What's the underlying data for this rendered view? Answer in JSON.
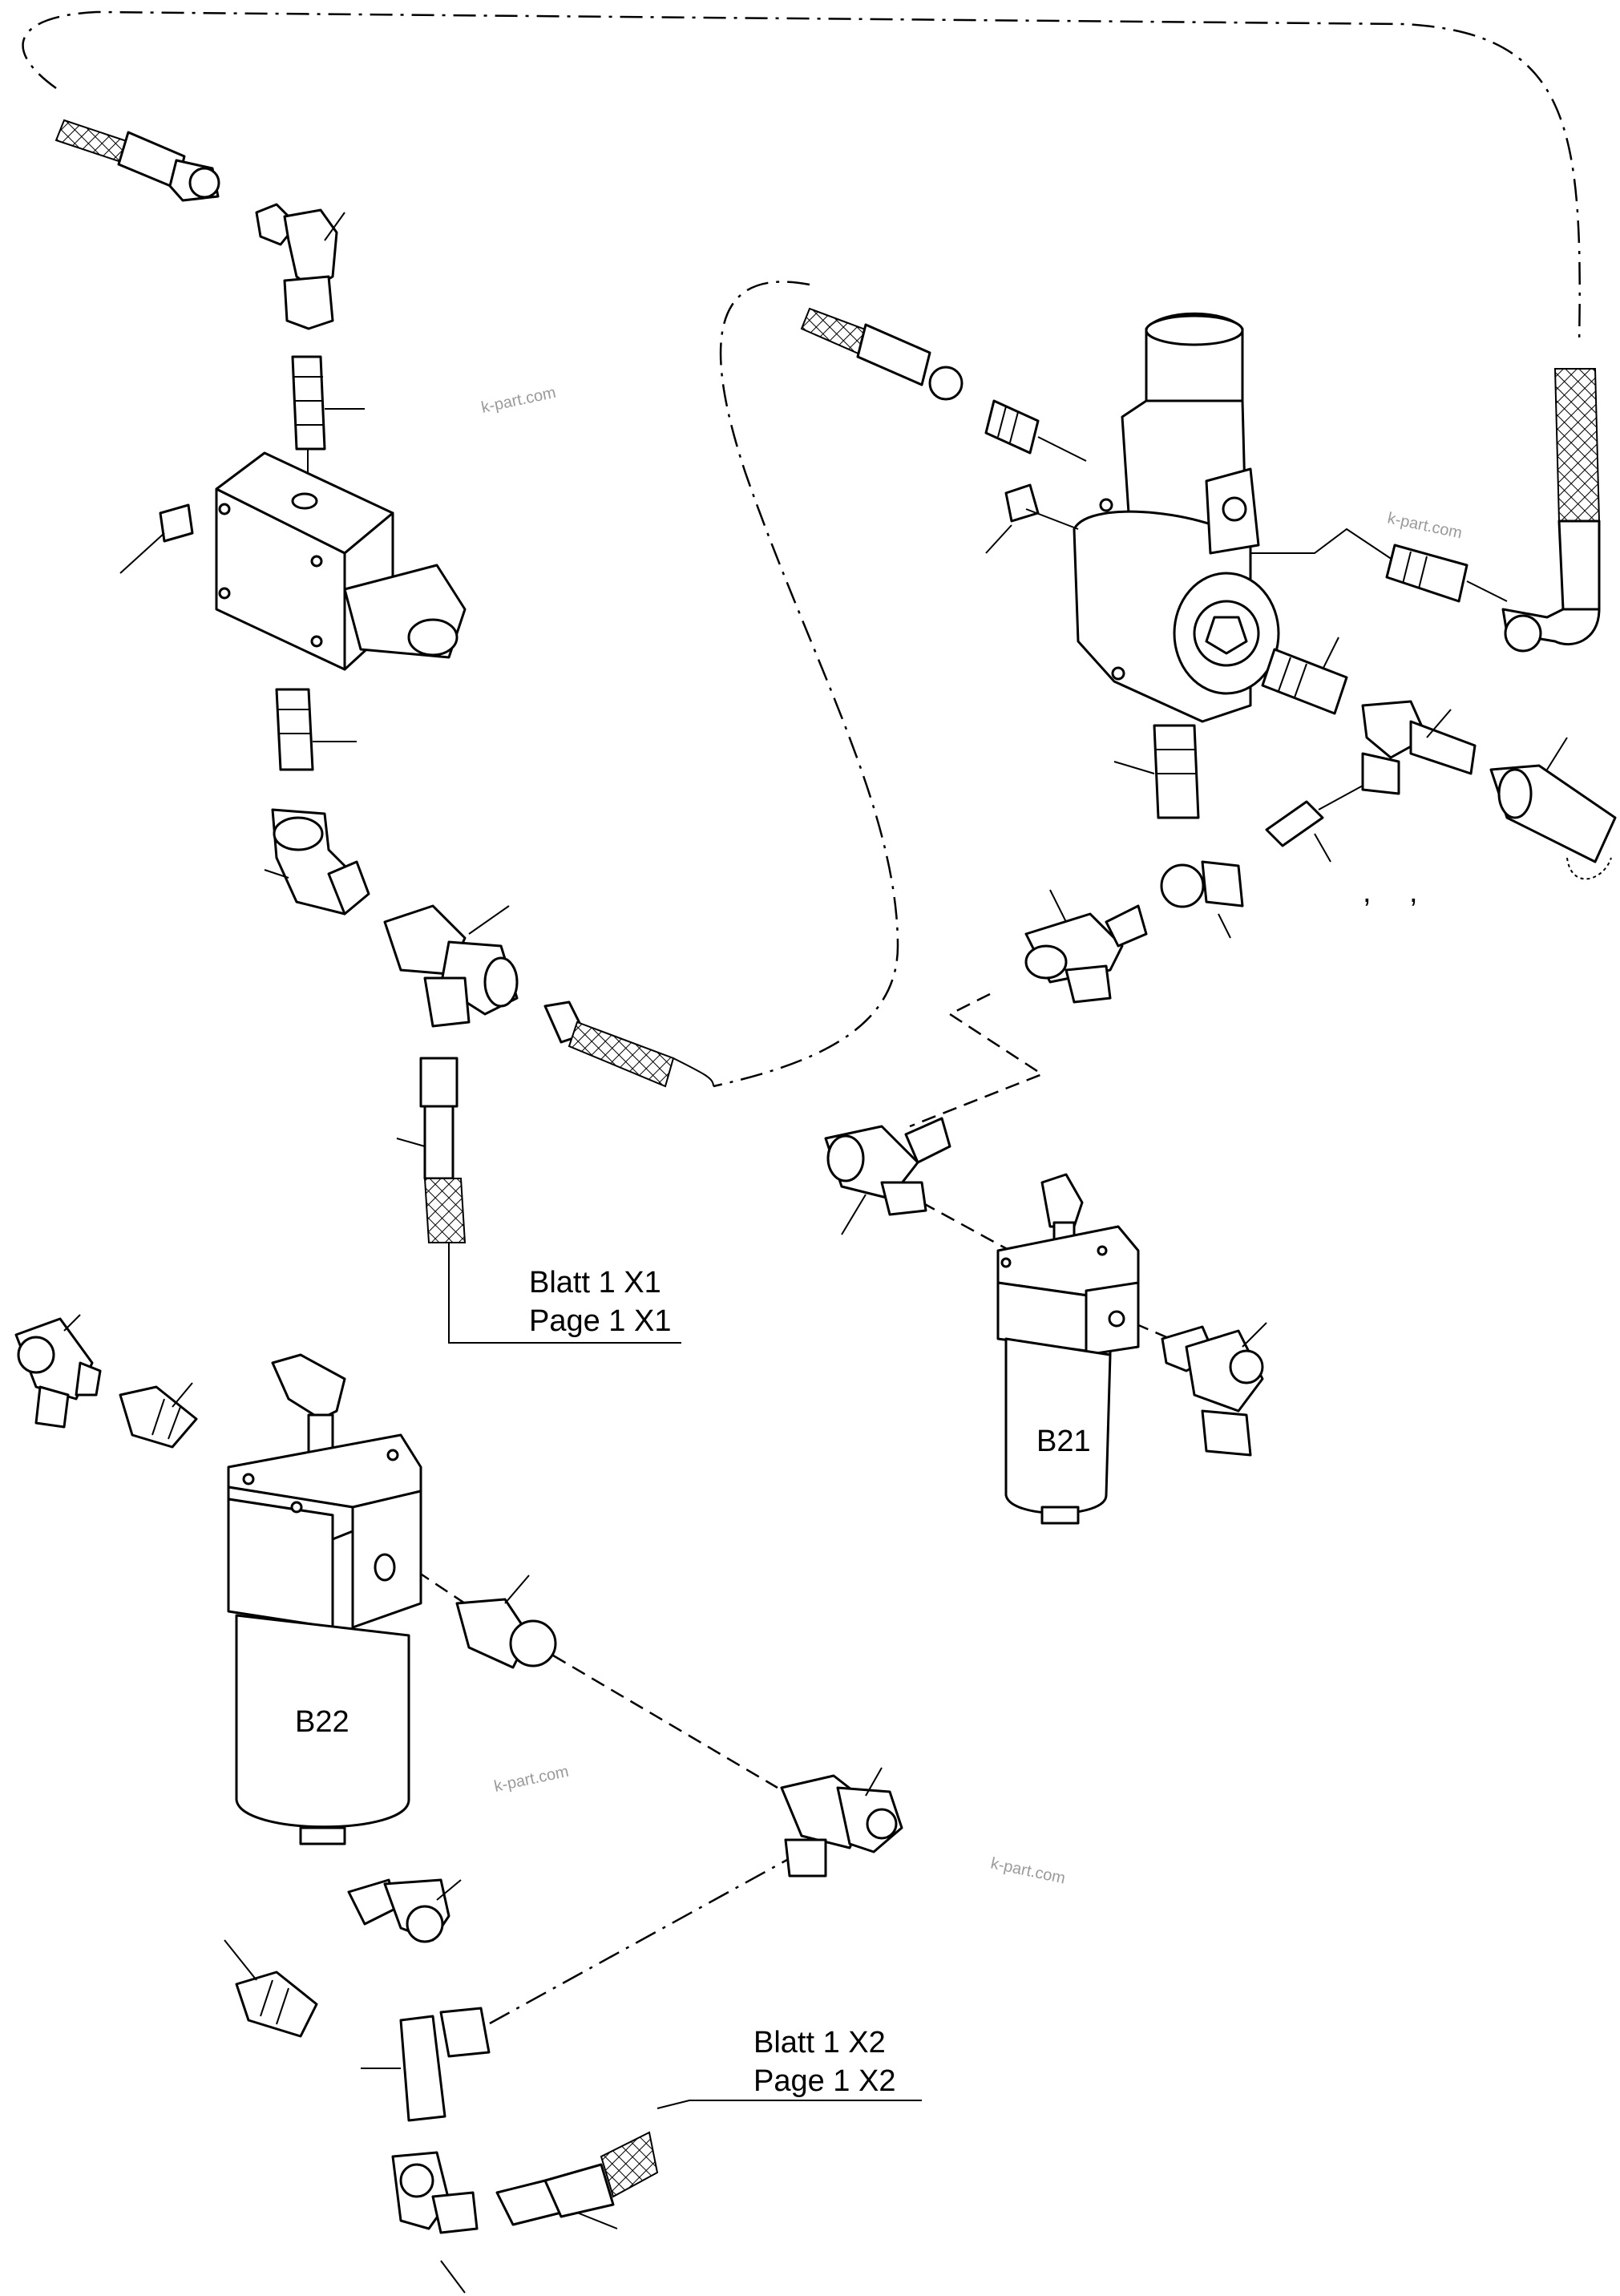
{
  "references": [
    {
      "line1": "Blatt 1 X1",
      "line2": "Page 1 X1"
    },
    {
      "line1": "Blatt 1 X2",
      "line2": "Page 1 X2"
    }
  ],
  "components": {
    "filter_small": "B21",
    "filter_large": "B22"
  },
  "watermarks": [
    "k-part.com",
    "k-part.com",
    "k-part.com",
    "k-part.com"
  ],
  "marks": [
    ",",
    ","
  ]
}
